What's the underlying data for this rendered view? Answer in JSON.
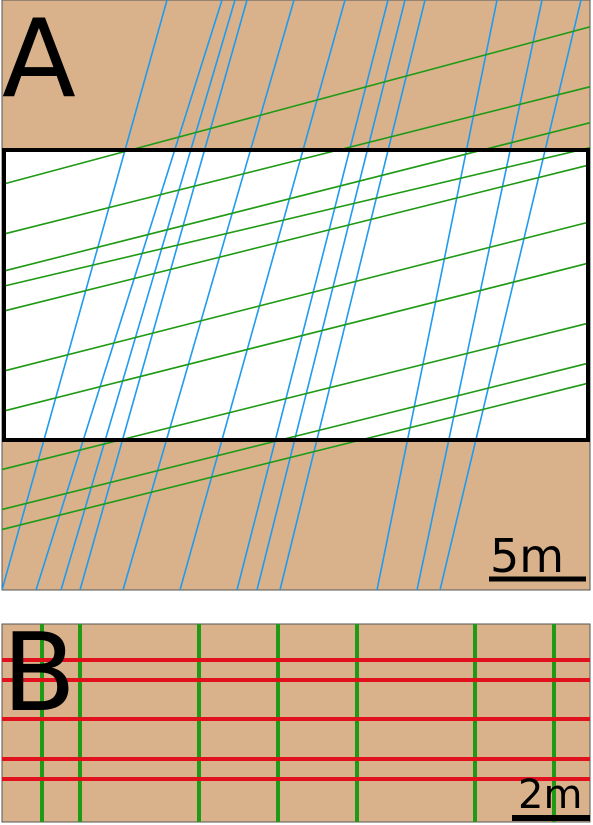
{
  "colors": {
    "ground": "#d9b28c",
    "blue_lines": "#1e9bef",
    "green_lines": "#1f9a14",
    "red_lines": "#e0111d",
    "outline": "#000000",
    "white": "#ffffff"
  },
  "panel_a": {
    "label": "A",
    "scale_bar_label": "5m"
  },
  "panel_b": {
    "label": "B",
    "scale_bar_label": "2m"
  }
}
